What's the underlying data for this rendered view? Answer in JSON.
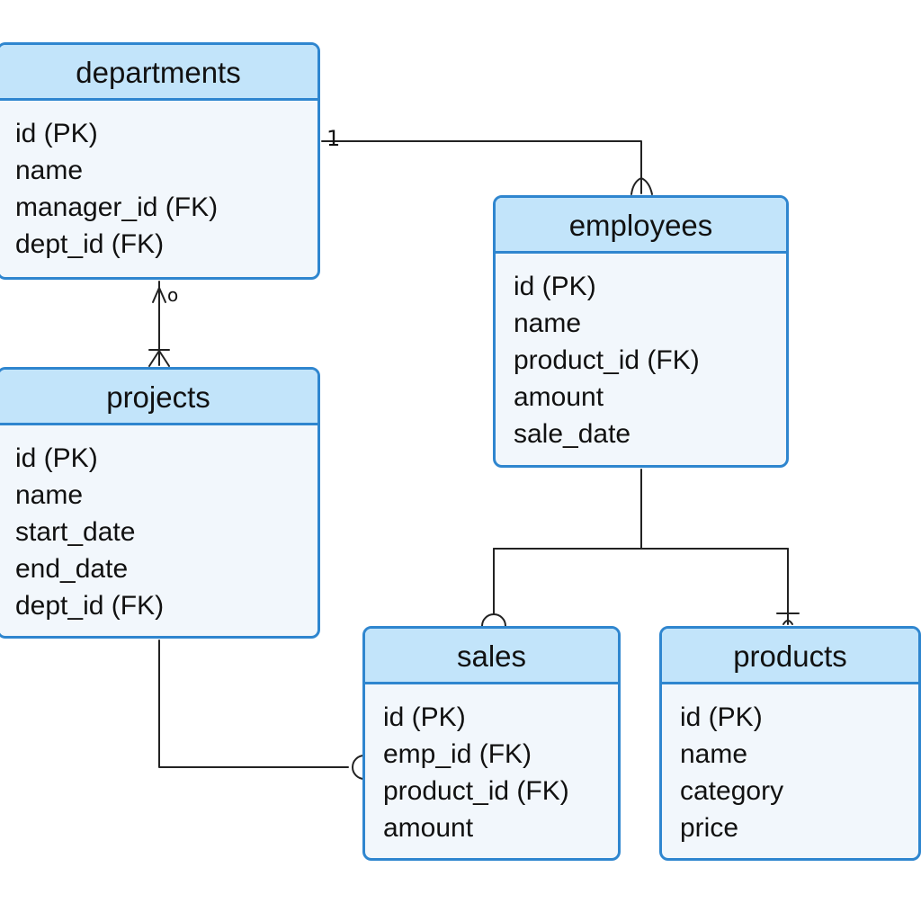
{
  "entities": {
    "departments": {
      "title": "departments",
      "attributes": [
        "id (PK)",
        "name",
        "manager_id (FK)",
        "dept_id (FK)"
      ]
    },
    "employees": {
      "title": "employees",
      "attributes": [
        "id (PK)",
        "name",
        "product_id (FK)",
        "amount",
        "sale_date"
      ]
    },
    "projects": {
      "title": "projects",
      "attributes": [
        "id (PK)",
        "name",
        "start_date",
        "end_date",
        "dept_id (FK)"
      ]
    },
    "sales": {
      "title": "sales",
      "attributes": [
        "id (PK)",
        "emp_id (FK)",
        "product_id (FK)",
        "amount"
      ]
    },
    "products": {
      "title": "products",
      "attributes": [
        "id (PK)",
        "name",
        "category",
        "price"
      ]
    }
  },
  "relationships": {
    "departments_employees": {
      "from": "departments",
      "to": "employees",
      "from_cardinality": "1",
      "to_cardinality": "zero-or-many"
    },
    "departments_projects": {
      "from": "departments",
      "to": "projects",
      "from_cardinality": "zero-or-many",
      "to_cardinality": "one-or-many",
      "label": "o"
    },
    "employees_sales": {
      "from": "employees",
      "to": "sales",
      "to_cardinality": "zero"
    },
    "employees_products": {
      "from": "employees",
      "to": "products",
      "to_cardinality": "one"
    },
    "projects_sales": {
      "from": "projects",
      "to": "sales",
      "to_cardinality": "zero"
    }
  },
  "colors": {
    "border": "#2f86cf",
    "header_fill": "#c2e4fa",
    "body_fill": "#f2f7fc",
    "line": "#222222"
  }
}
